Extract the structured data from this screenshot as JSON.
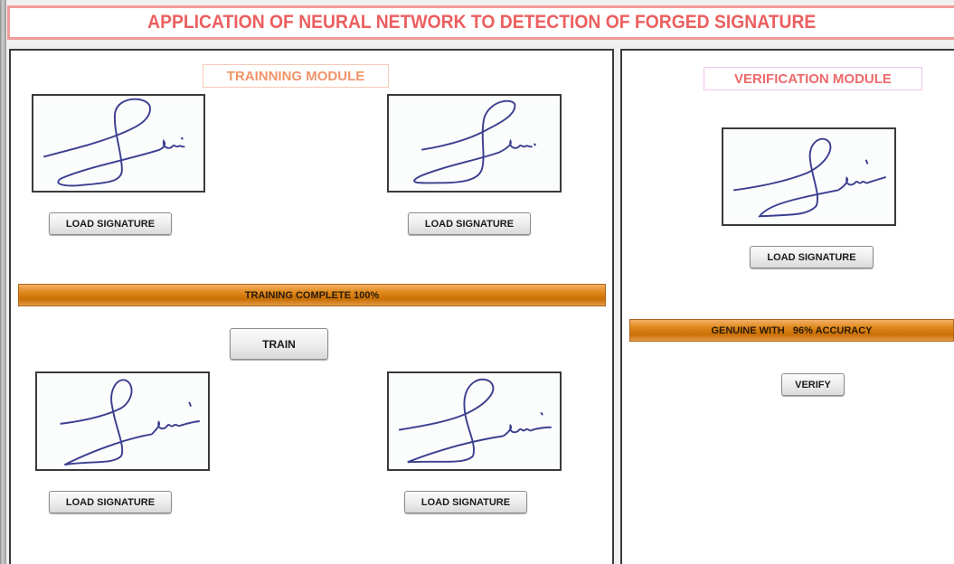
{
  "app": {
    "title": "APPLICATION OF NEURAL NETWORK TO DETECTION OF FORGED SIGNATURE"
  },
  "training_module": {
    "label": "TRAINNING MODULE",
    "signatures": [
      {
        "position": "top-left",
        "image": "signature-sample-1",
        "button_label": "LOAD SIGNATURE"
      },
      {
        "position": "top-right",
        "image": "signature-sample-2",
        "button_label": "LOAD SIGNATURE"
      },
      {
        "position": "bottom-left",
        "image": "signature-sample-3",
        "button_label": "LOAD SIGNATURE"
      },
      {
        "position": "bottom-right",
        "image": "signature-sample-4",
        "button_label": "LOAD SIGNATURE"
      }
    ],
    "status_text": "TRAINING COMPLETE 100%",
    "train_button_label": "TRAIN"
  },
  "verification_module": {
    "label": "VERIFICATION MODULE",
    "signature": {
      "image": "signature-test",
      "button_label": "LOAD SIGNATURE"
    },
    "result_text": "GENUINE WITH   96% ACCURACY",
    "verify_button_label": "VERIFY"
  },
  "colors": {
    "title_text": "#ec5f5f",
    "title_border": "#f19a9a",
    "training_label": "#f0946a",
    "verification_label": "#ec6a6a",
    "status_bar": "#e08a1c",
    "signature_ink": "#3b3f8f"
  }
}
